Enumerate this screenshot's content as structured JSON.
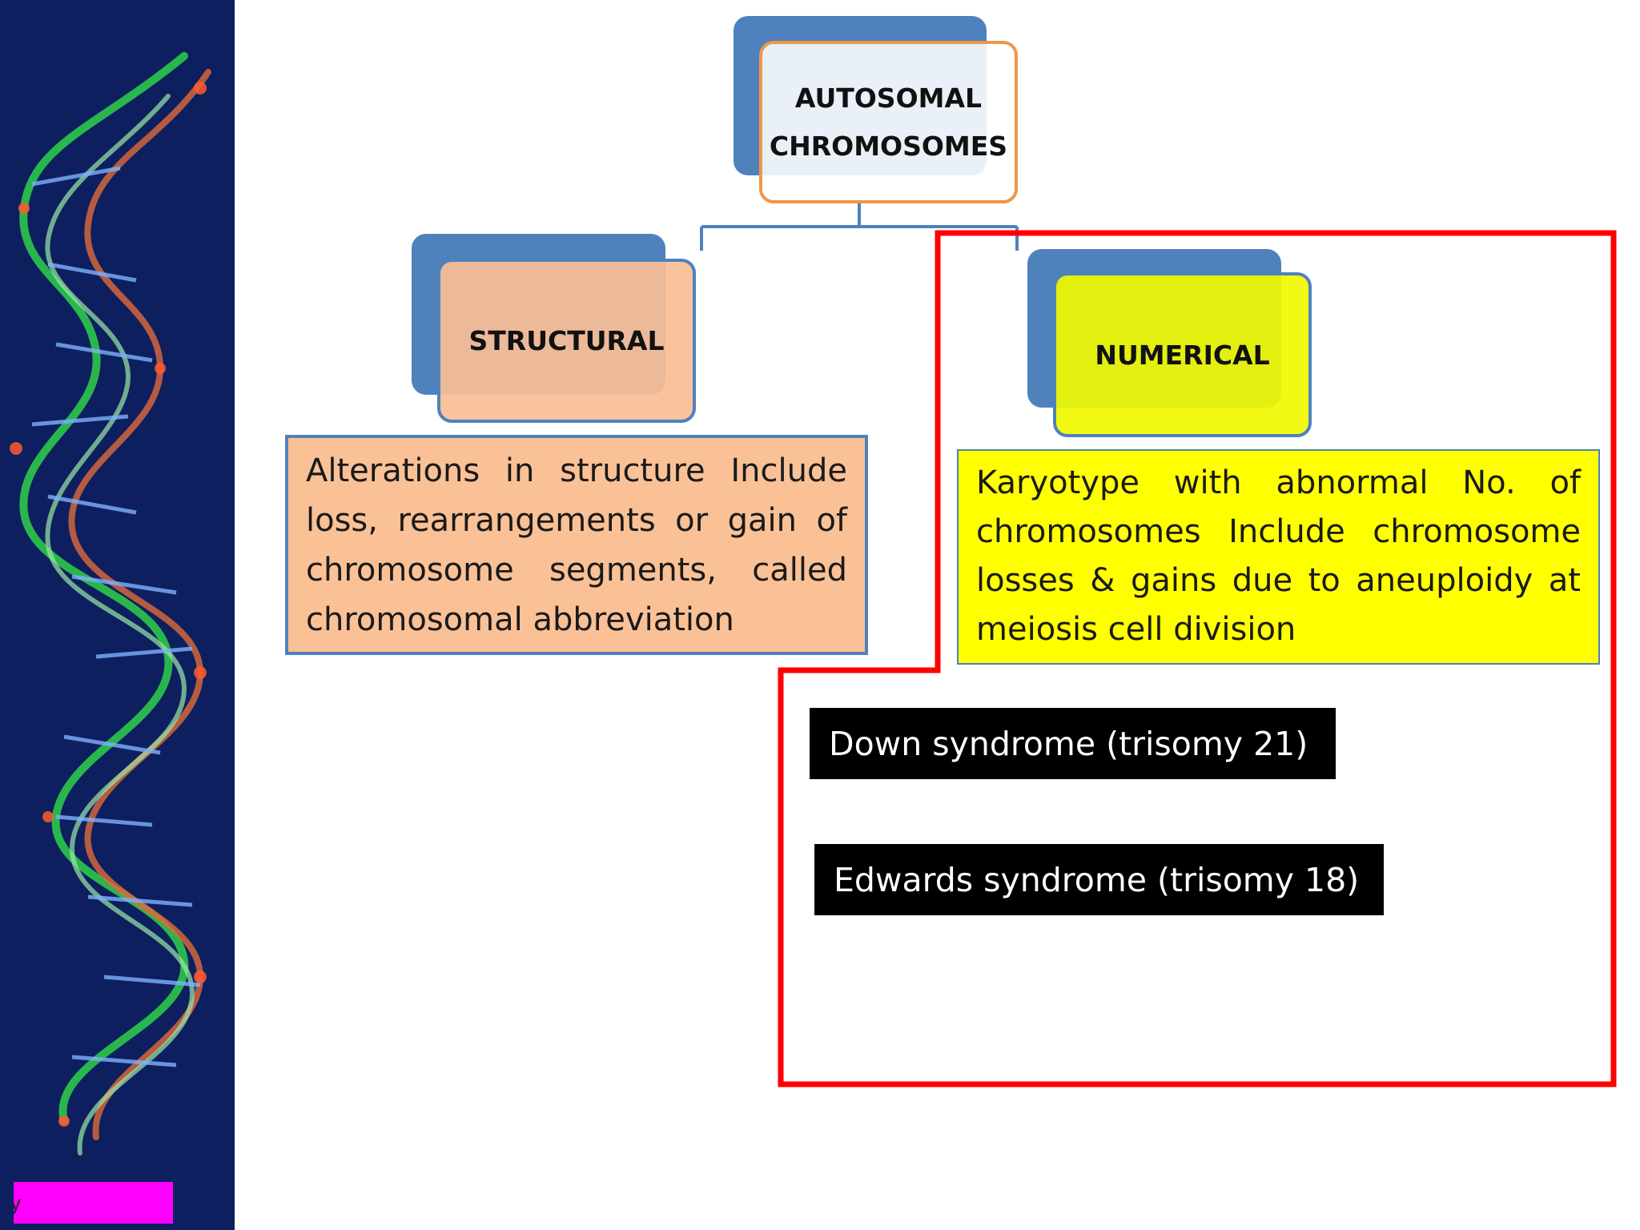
{
  "sidebar": {
    "label": "y",
    "background_color": "#0d1f5e",
    "label_color": "#ff00ff"
  },
  "hierarchy": {
    "root": {
      "line1": "AUTOSOMAL",
      "line2": "CHROMOSOMES"
    },
    "structural": {
      "title": "STRUCTURAL",
      "description": "Alterations in structure Include loss, rearrangements or gain of chromosome segments, called chromosomal abbreviation"
    },
    "numerical": {
      "title": "NUMERICAL",
      "description": "Karyotype with abnormal No. of chromosomes Include chromosome losses & gains due to aneuploidy at meiosis cell division"
    }
  },
  "examples": [
    "Down syndrome (trisomy 21)",
    "Edwards syndrome (trisomy 18)"
  ],
  "colors": {
    "node_shadow": "#4f81bd",
    "root_border": "#f0954a",
    "structural_fill": "#fac196",
    "numerical_fill": "#ffff00",
    "highlight_frame": "#ff0000"
  }
}
